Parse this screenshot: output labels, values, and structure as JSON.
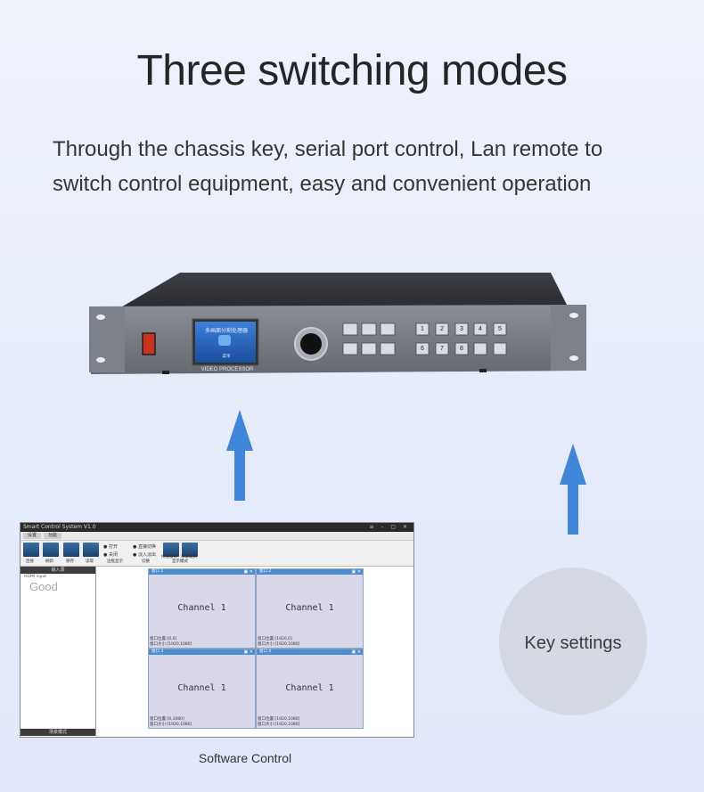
{
  "header": {
    "title": "Three switching modes",
    "description_line1": "Through the chassis key, serial port control, Lan remote to",
    "description_line2": "switch control equipment, easy and convenient operation"
  },
  "device": {
    "screen_text": "多画面分割处理器",
    "screen_sub": "菜单",
    "brand_label": "VIDEO PROCESSOR",
    "number_keys": [
      "1",
      "2",
      "3",
      "4",
      "5",
      "6",
      "7",
      "8"
    ]
  },
  "software": {
    "window_title": "Smart Control System V1.0",
    "menu": [
      "设置",
      "功能"
    ],
    "toolbar": {
      "connect": "连接",
      "refresh": "刷新",
      "save": "保存",
      "load": "读取",
      "radio_open": "打开",
      "radio_close": "关闭",
      "group_edge": "边框显示",
      "radio_direct": "直接切换",
      "radio_fade": "淡入淡出",
      "group_switch": "切换",
      "layout_mode": "拼接模式",
      "single_mode": "单屏模式",
      "group_display": "显示模式"
    },
    "left_panel": {
      "header": "输入源",
      "item": "HDMI input",
      "good": "Good",
      "footer": "场景模式"
    },
    "channels": [
      {
        "head": "窗口 1",
        "name": "Channel 1",
        "pos": "窗口位置:[0,0]",
        "size": "窗口大小:[1920,1080]"
      },
      {
        "head": "窗口 2",
        "name": "Channel 1",
        "pos": "窗口位置:[1920,0]",
        "size": "窗口大小:[1920,1080]"
      },
      {
        "head": "窗口 3",
        "name": "Channel 1",
        "pos": "窗口位置:[0,1080]",
        "size": "窗口大小:[1920,1080]"
      },
      {
        "head": "窗口 4",
        "name": "Channel 1",
        "pos": "窗口位置:[1920,1080]",
        "size": "窗口大小:[1920,1080]"
      }
    ],
    "caption": "Software Control"
  },
  "key_settings": {
    "label": "Key settings"
  },
  "colors": {
    "arrow": "#3f86d8",
    "circle": "#d5d9e4",
    "channel_bg": "#d9d8ea",
    "channel_head": "#4a8ed0"
  }
}
